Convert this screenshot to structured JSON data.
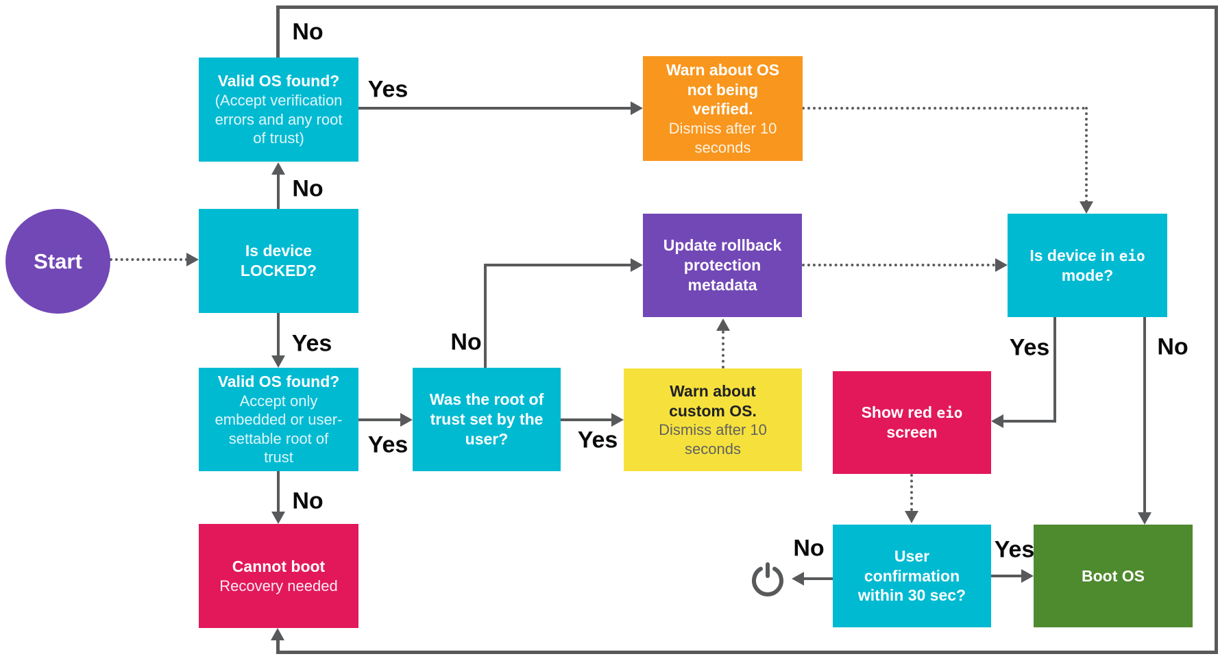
{
  "colors": {
    "cyan": "#00BAD2",
    "purple": "#7248B6",
    "orange": "#F8961D",
    "yellow": "#F6E13C",
    "pink": "#E2185B",
    "green": "#4E8A2E",
    "line_gray": "#58595B"
  },
  "start": {
    "label": "Start"
  },
  "nodes": {
    "valid_os_any": {
      "title": "Valid OS found?",
      "subtitle": "(Accept verification errors and any root of trust)"
    },
    "warn_unverified": {
      "title": "Warn about OS not being verified.",
      "subtitle": "Dismiss after 10 seconds"
    },
    "is_locked": {
      "title": "Is device LOCKED?"
    },
    "update_rollback": {
      "title": "Update rollback protection metadata"
    },
    "is_eio": {
      "title_prefix": "Is device in ",
      "title_mono": "eio",
      "title_suffix": " mode?"
    },
    "valid_os_user": {
      "title": "Valid OS found?",
      "subtitle": "Accept only embedded or user-settable root of trust"
    },
    "was_root_user": {
      "title": "Was the root of trust set by the user?"
    },
    "warn_custom": {
      "title": "Warn about custom OS.",
      "subtitle": "Dismiss after 10 seconds"
    },
    "show_red_eio": {
      "title_prefix": "Show red ",
      "title_mono": "eio",
      "title_suffix": " screen"
    },
    "cannot_boot": {
      "title": "Cannot boot",
      "subtitle": "Recovery needed"
    },
    "user_confirmation": {
      "title": "User confirmation within 30 sec?"
    },
    "boot_os": {
      "title": "Boot OS"
    }
  },
  "edge_labels": {
    "no_any_to_cannot": "No",
    "yes_any_to_warn": "Yes",
    "no_locked_to_any": "No",
    "yes_locked_to_valid": "Yes",
    "no_wasroot_to_rollback": "No",
    "yes_valid_to_wasroot": "Yes",
    "yes_wasroot_to_custom": "Yes",
    "no_valid_to_cannot": "No",
    "yes_eio_to_red": "Yes",
    "no_eio_to_boot": "No",
    "no_conf_to_power": "No",
    "yes_conf_to_boot": "Yes"
  }
}
